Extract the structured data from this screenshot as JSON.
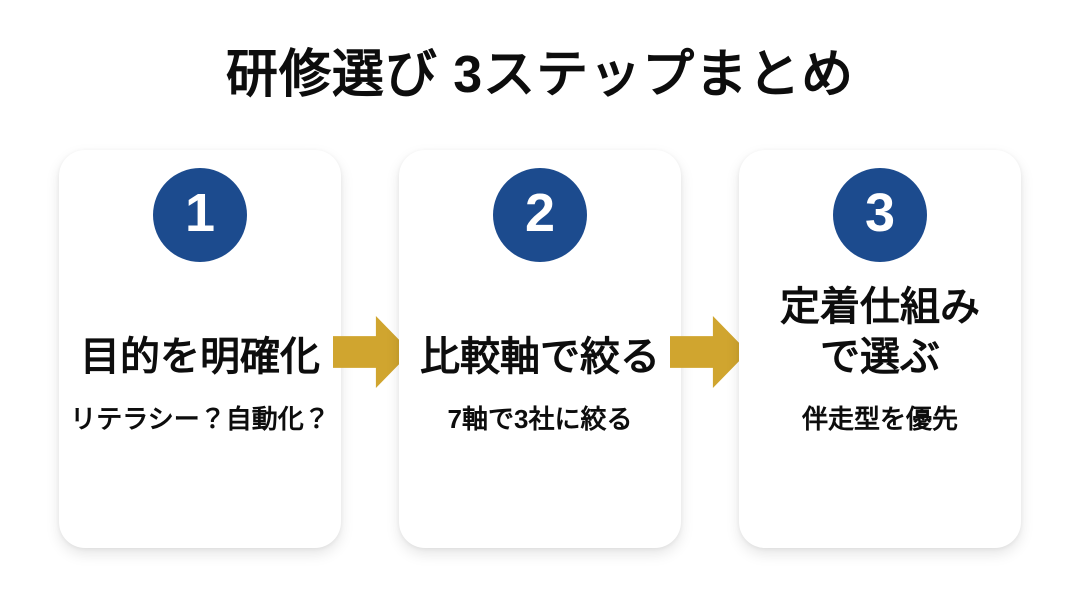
{
  "page": {
    "title": "研修選び 3ステップまとめ"
  },
  "colors": {
    "step_circle": "#1c4b8e",
    "arrow": "#d0a52f",
    "text": "#0d0d0d",
    "card_bg": "#ffffff",
    "page_bg": "#ffffff"
  },
  "steps": [
    {
      "number": "1",
      "title": "目的を明確化",
      "subtitle": "リテラシー？自動化？"
    },
    {
      "number": "2",
      "title": "比較軸で絞る",
      "subtitle": "7軸で3社に絞る"
    },
    {
      "number": "3",
      "title": "定着仕組み\nで選ぶ",
      "subtitle": "伴走型を優先"
    }
  ]
}
